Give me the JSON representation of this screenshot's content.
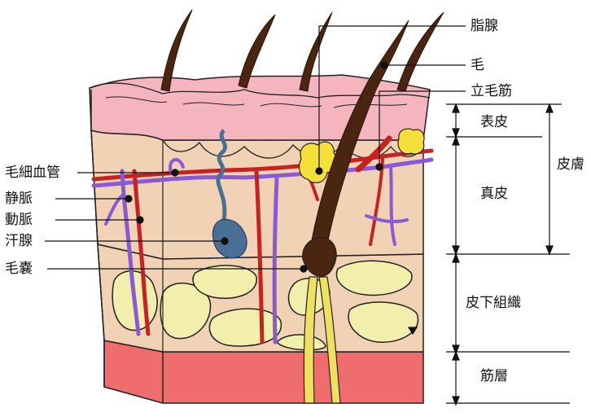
{
  "labels": {
    "sebaceous_gland": "脂腺",
    "hair": "毛",
    "arrector_pili": "立毛筋",
    "capillary": "毛細血管",
    "vein": "静脈",
    "artery": "動脈",
    "sweat_gland": "汗腺",
    "hair_follicle": "毛嚢",
    "epidermis": "表皮",
    "dermis": "真皮",
    "skin": "皮膚",
    "subcutaneous": "皮下組織",
    "muscle": "筋層"
  },
  "colors": {
    "epidermis": "#f5b5bf",
    "dermis": "#f1d2b5",
    "fat": "#f2eeab",
    "muscle": "#f06d6d",
    "hair": "#4a2510",
    "vein": "#8a5ad6",
    "artery": "#c72222",
    "sweat_gland": "#4a6f96",
    "nerve": "#f0e060"
  }
}
